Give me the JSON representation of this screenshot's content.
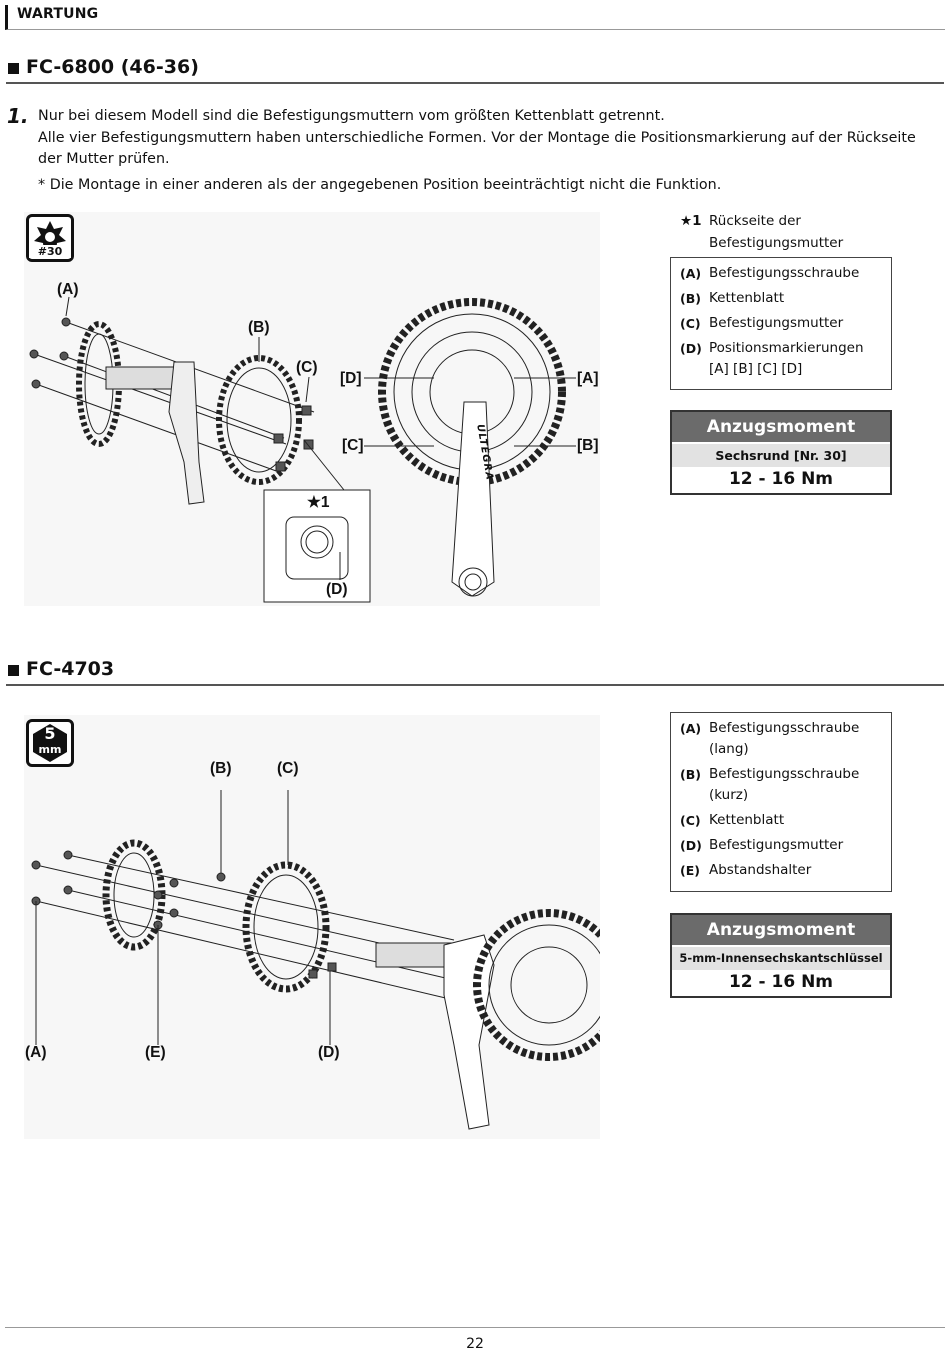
{
  "header": {
    "section": "WARTUNG"
  },
  "section1": {
    "title": "FC-6800 (46-36)",
    "step_number": "1.",
    "step_lines": [
      "Nur bei diesem Modell sind die Befestigungsmuttern vom größten Kettenblatt getrennt.",
      "Alle vier Befestigungsmuttern haben unterschiedliche Formen. Vor der Montage die Positionsmarkierung auf der Rückseite der Mutter prüfen."
    ],
    "note": "*  Die Montage in einer anderen als der angegebenen Position beeinträchtigt nicht die Funktion.",
    "tool_icon": {
      "name": "torx-t30-icon",
      "label": "#30"
    },
    "diagram_labels": {
      "a": "(A)",
      "b": "(B)",
      "c": "(C)",
      "d": "(D)",
      "star": "★1",
      "bracket_a": "[A]",
      "bracket_b": "[B]",
      "bracket_c": "[C]",
      "bracket_d": "[D]",
      "brand": "ULTEGRA"
    },
    "star_legend": {
      "key": "★1",
      "value": "Rückseite der Befestigungsmutter"
    },
    "legend": [
      {
        "key": "(A)",
        "value": "Befestigungsschraube"
      },
      {
        "key": "(B)",
        "value": "Kettenblatt"
      },
      {
        "key": "(C)",
        "value": "Befestigungsmutter"
      },
      {
        "key": "(D)",
        "value": "Positionsmarkierungen [A] [B] [C] [D]"
      }
    ],
    "torque": {
      "heading": "Anzugsmoment",
      "tool": "Sechsrund [Nr. 30]",
      "value": "12 - 16 Nm"
    }
  },
  "section2": {
    "title": "FC-4703",
    "tool_icon": {
      "name": "hex-5mm-icon",
      "num": "5",
      "unit": "mm"
    },
    "diagram_labels": {
      "a": "(A)",
      "b": "(B)",
      "c": "(C)",
      "d": "(D)",
      "e": "(E)"
    },
    "legend": [
      {
        "key": "(A)",
        "value": "Befestigungsschraube (lang)"
      },
      {
        "key": "(B)",
        "value": "Befestigungsschraube (kurz)"
      },
      {
        "key": "(C)",
        "value": "Kettenblatt"
      },
      {
        "key": "(D)",
        "value": "Befestigungsmutter"
      },
      {
        "key": "(E)",
        "value": "Abstandshalter"
      }
    ],
    "torque": {
      "heading": "Anzugsmoment",
      "tool": "5-mm-Innensechskantschlüssel",
      "value": "12 - 16 Nm"
    }
  },
  "footer": {
    "page_number": "22"
  }
}
